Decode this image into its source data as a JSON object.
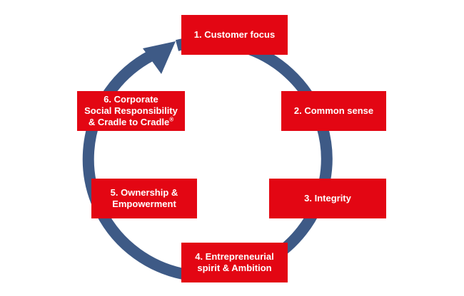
{
  "diagram": {
    "colors": {
      "box_fill": "#e30613",
      "box_text": "#ffffff",
      "ring": "#3e5a86"
    },
    "cycle_arrow": {
      "icon": "arrow-head-icon",
      "direction": "clockwise"
    },
    "steps": [
      {
        "label": "1. Customer focus"
      },
      {
        "label": "2. Common sense"
      },
      {
        "label": "3. Integrity"
      },
      {
        "label": "4. Entrepreneurial\nspirit & Ambition"
      },
      {
        "label": "5. Ownership &\nEmpowerment"
      },
      {
        "label": "6. Corporate\nSocial Responsibility\n& Cradle to Cradle",
        "mark": "®"
      }
    ]
  }
}
